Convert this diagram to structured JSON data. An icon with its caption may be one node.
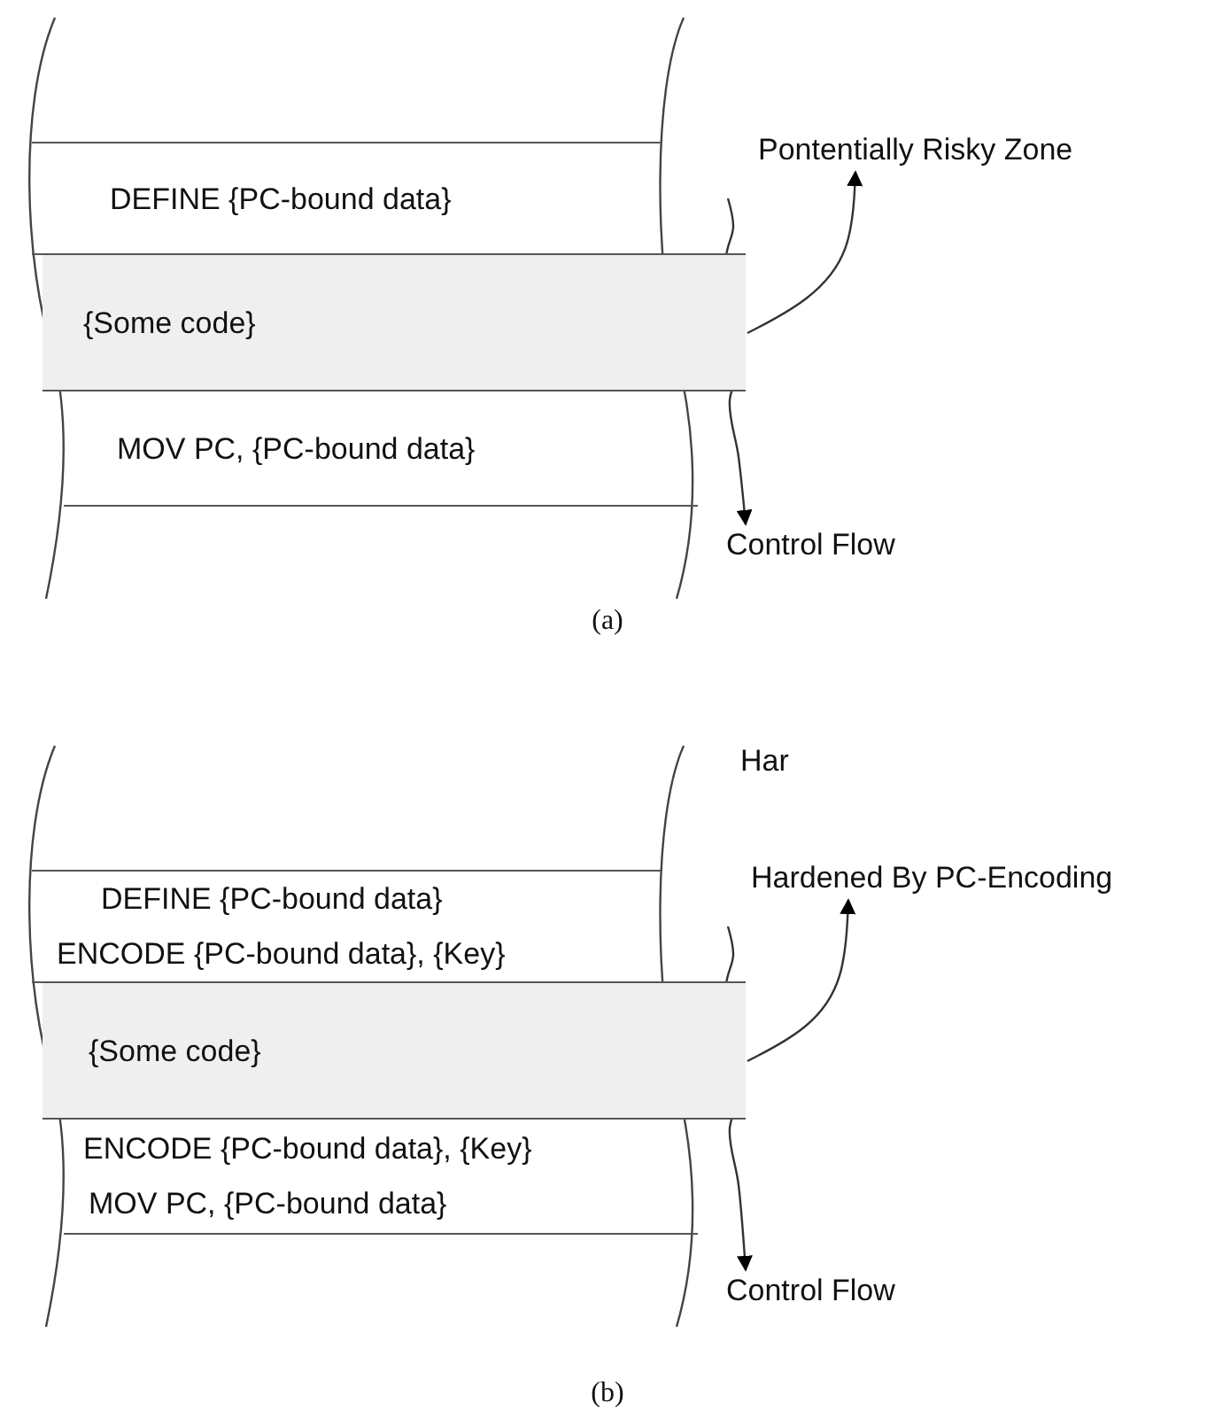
{
  "diagram": {
    "nodes": [
      {
        "text": [
          "DEFINE {PC-bound data}"
        ]
      },
      {
        "text": [
          "{Some code}"
        ]
      },
      {
        "text": [
          "MOV PC, {PC-bound data}"
        ]
      },
      {
        "text": [
          "Pontentially Risky Zone"
        ]
      },
      {
        "text": [
          "Control Flow"
        ]
      },
      {
        "text": [
          "DEFINE {PC-bound data}",
          "ENCODE {PC-bound data}, {Key}"
        ]
      },
      {
        "text": [
          "{Some code}"
        ]
      },
      {
        "text": [
          "ENCODE {PC-bound data}, {Key}",
          "MOV PC, {PC-bound data}"
        ]
      },
      {
        "text": [
          "Hardened By PC-Encoding"
        ]
      },
      {
        "text": [
          "Control Flow"
        ]
      }
    ],
    "edges": [
      {
        "from": 1,
        "to": 3,
        "arrow": "to"
      },
      {
        "from": null,
        "to": 4,
        "arrow": "to"
      },
      {
        "from": 6,
        "to": 8,
        "arrow": "to"
      },
      {
        "from": null,
        "to": 9,
        "arrow": "to"
      }
    ],
    "labels": [
      "(a)",
      "Har",
      "(b)"
    ]
  }
}
